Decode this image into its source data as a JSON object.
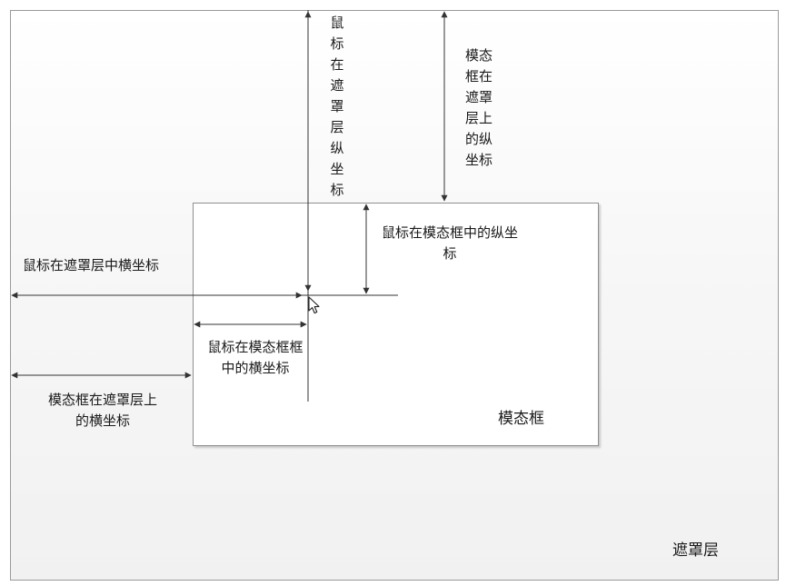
{
  "labels": {
    "mask_layer": "遮罩层",
    "modal_box": "模态框",
    "mouse_x_in_mask": "鼠标在遮罩层中横坐标",
    "mouse_y_in_mask": "鼠标在遮罩层纵坐标",
    "modal_y_on_mask": "模态框在遮罩层上的纵坐标",
    "mouse_y_in_modal": "鼠标在模态框中的纵坐标",
    "mouse_x_in_modal": "鼠标在模态框框中的横坐标",
    "modal_x_on_mask": "模态框在遮罩层上的横坐标"
  },
  "colors": {
    "line": "#333333",
    "border": "#9a9a9a"
  },
  "icons": {
    "cursor": "mouse-pointer-icon"
  }
}
